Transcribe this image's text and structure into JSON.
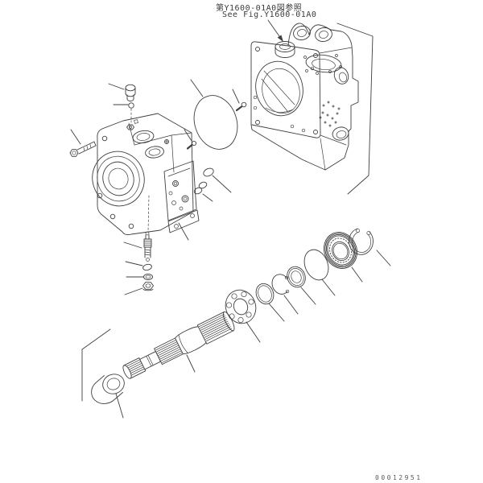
{
  "header": {
    "reference_jp": "第Y1600-01A0図参照",
    "reference_en": "See Fig.Y1600-01A0"
  },
  "footer": {
    "drawing_number": "00012951"
  },
  "style": {
    "line_color": "#3f3f3f",
    "background": "#ffffff",
    "text_color": "#3a3a3a"
  },
  "figure": {
    "type": "exploded-parts-diagram",
    "parts": [
      "main-pump-housing",
      "housing-bore",
      "housing-top-boss",
      "mounting-lug-holes",
      "large-o-ring",
      "set-screw-housing",
      "hex-bolt",
      "socket-plug",
      "steel-ball",
      "pump-sub-assembly",
      "pump-flange",
      "valve-block",
      "set-screw-pump",
      "relief-valve",
      "small-o-ring",
      "washer",
      "hex-nut",
      "small-o-rings",
      "drive-shaft",
      "bushing",
      "spline-coupling",
      "plain-washer-ring",
      "small-snap-ring",
      "oil-seal",
      "backup-ring",
      "roller-bearing",
      "large-snap-ring",
      "break-line-right",
      "break-line-left",
      "reference-arrow"
    ]
  }
}
